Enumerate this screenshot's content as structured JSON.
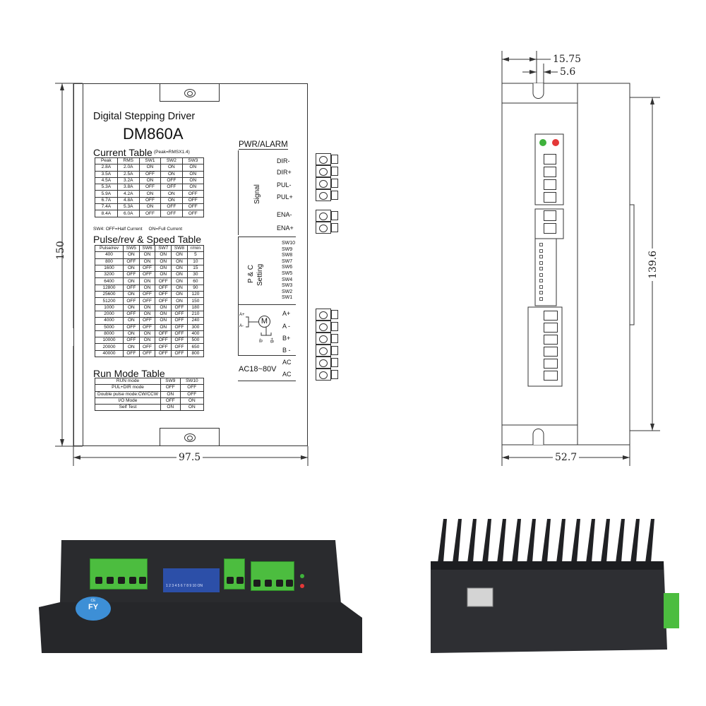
{
  "dimensions": {
    "height_left": "150",
    "width_left": "97.5",
    "top_15": "15.75",
    "top_5": "5.6",
    "height_right": "139.6",
    "width_right": "52.7"
  },
  "panel": {
    "title": "Digital Stepping Driver",
    "model": "DM860A",
    "current_table": {
      "heading": "Current Table",
      "note": "(Peak=RMSX1.4)",
      "headers": [
        "Peak",
        "RMS",
        "SW1",
        "SW2",
        "SW3"
      ],
      "rows": [
        [
          "2.8A",
          "2.0A",
          "ON",
          "ON",
          "ON"
        ],
        [
          "3.5A",
          "2.5A",
          "OFF",
          "ON",
          "ON"
        ],
        [
          "4.5A",
          "3.2A",
          "ON",
          "OFF",
          "ON"
        ],
        [
          "5.3A",
          "3.8A",
          "OFF",
          "OFF",
          "ON"
        ],
        [
          "5.9A",
          "4.2A",
          "ON",
          "ON",
          "OFF"
        ],
        [
          "6.7A",
          "4.8A",
          "OFF",
          "ON",
          "OFF"
        ],
        [
          "7.4A",
          "5.3A",
          "ON",
          "OFF",
          "OFF"
        ],
        [
          "8.4A",
          "6.0A",
          "OFF",
          "OFF",
          "OFF"
        ]
      ],
      "sw4_note": "SW4: OFF=Half Current     ON=Full Current"
    },
    "pulse_table": {
      "heading": "Pulse/rev & Speed Table",
      "headers": [
        "Pulse/rev",
        "SW5",
        "SW6",
        "SW7",
        "SW8",
        "r/min"
      ],
      "rows": [
        [
          "400",
          "ON",
          "ON",
          "ON",
          "ON",
          "5"
        ],
        [
          "800",
          "OFF",
          "ON",
          "ON",
          "ON",
          "10"
        ],
        [
          "1600",
          "ON",
          "OFF",
          "ON",
          "ON",
          "15"
        ],
        [
          "3200",
          "OFF",
          "OFF",
          "ON",
          "ON",
          "30"
        ],
        [
          "6400",
          "ON",
          "ON",
          "OFF",
          "ON",
          "60"
        ],
        [
          "12800",
          "OFF",
          "ON",
          "OFF",
          "ON",
          "90"
        ],
        [
          "25600",
          "ON",
          "OFF",
          "OFF",
          "ON",
          "120"
        ],
        [
          "51200",
          "OFF",
          "OFF",
          "OFF",
          "ON",
          "150"
        ],
        [
          "1000",
          "ON",
          "ON",
          "ON",
          "OFF",
          "180"
        ],
        [
          "2000",
          "OFF",
          "ON",
          "ON",
          "OFF",
          "210"
        ],
        [
          "4000",
          "ON",
          "OFF",
          "ON",
          "OFF",
          "240"
        ],
        [
          "5000",
          "OFF",
          "OFF",
          "ON",
          "OFF",
          "300"
        ],
        [
          "8000",
          "ON",
          "ON",
          "OFF",
          "OFF",
          "400"
        ],
        [
          "10000",
          "OFF",
          "ON",
          "OFF",
          "OFF",
          "500"
        ],
        [
          "20000",
          "ON",
          "OFF",
          "OFF",
          "OFF",
          "650"
        ],
        [
          "40000",
          "OFF",
          "OFF",
          "OFF",
          "OFF",
          "800"
        ]
      ]
    },
    "run_table": {
      "heading": "Run Mode Table",
      "headers": [
        "RUN mode",
        "SW9",
        "SW10"
      ],
      "rows": [
        [
          "PUL+DIR mode",
          "OFF",
          "OFF"
        ],
        [
          "Double pulse mode:CW/CCW",
          "ON",
          "OFF"
        ],
        [
          "I/O Mode",
          "OFF",
          "ON"
        ],
        [
          "Self Test",
          "ON",
          "ON"
        ]
      ]
    },
    "side": {
      "pwr_alarm": "PWR/ALARM",
      "signal": "Signal",
      "signal_pins": [
        "DIR-",
        "DIR+",
        "PUL-",
        "PUL+",
        "ENA-",
        "ENA+"
      ],
      "pc_setting_1": "P & C",
      "pc_setting_2": "Setting",
      "switches": [
        "SW10",
        "SW9",
        "SW8",
        "SW7",
        "SW6",
        "SW5",
        "SW4",
        "SW3",
        "SW2",
        "SW1"
      ],
      "motor_pins": [
        "A+",
        "A -",
        "B+",
        "B -"
      ],
      "motor_symbol": "M",
      "a_plus": "A+",
      "a_minus": "A-",
      "b_minus": "-B",
      "b_plus": "+B",
      "ac_range": "AC18~80V",
      "ac_pins": [
        "AC",
        "AC"
      ]
    }
  },
  "photo": {
    "badge_top": "CE",
    "badge_mid": "FY",
    "dip_labels": "1 2 3 4 5 6 7 8 9 10 ON",
    "colors": {
      "housing": "#2a2b2e",
      "terminal": "#4cbd3f",
      "dip": "#2c4fa8",
      "badge": "#3d8fd6"
    }
  }
}
